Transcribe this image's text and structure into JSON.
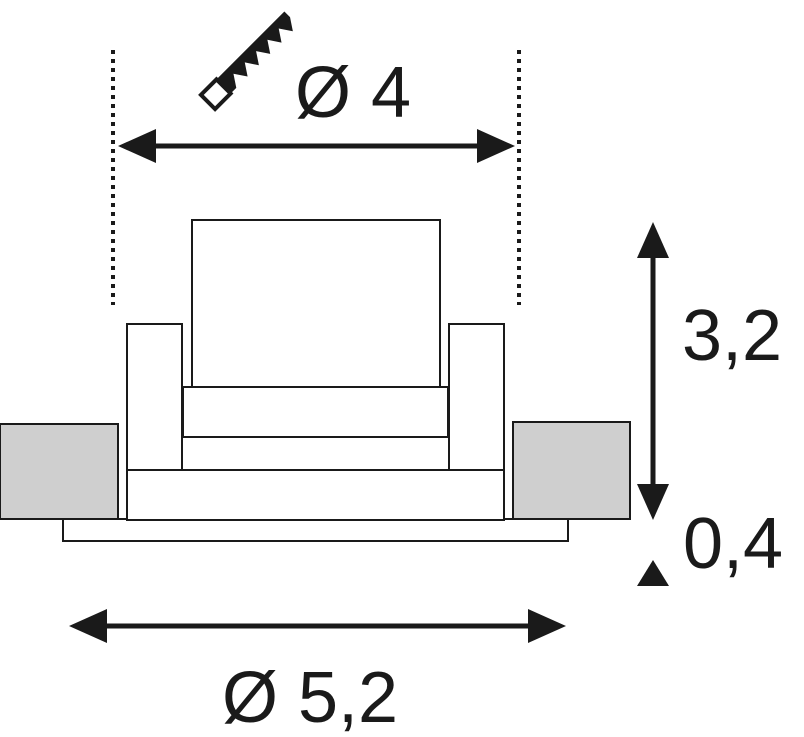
{
  "dimensions": {
    "cutout_diameter": "Ø 4",
    "total_diameter": "Ø 5,2",
    "recess_height": "3,2",
    "flange_height": "0,4"
  },
  "colors": {
    "ink": "#1a1a1a",
    "ceiling_fill": "#cfcfcf",
    "background": "#ffffff"
  },
  "icons": {
    "cutout": "saw-icon"
  }
}
